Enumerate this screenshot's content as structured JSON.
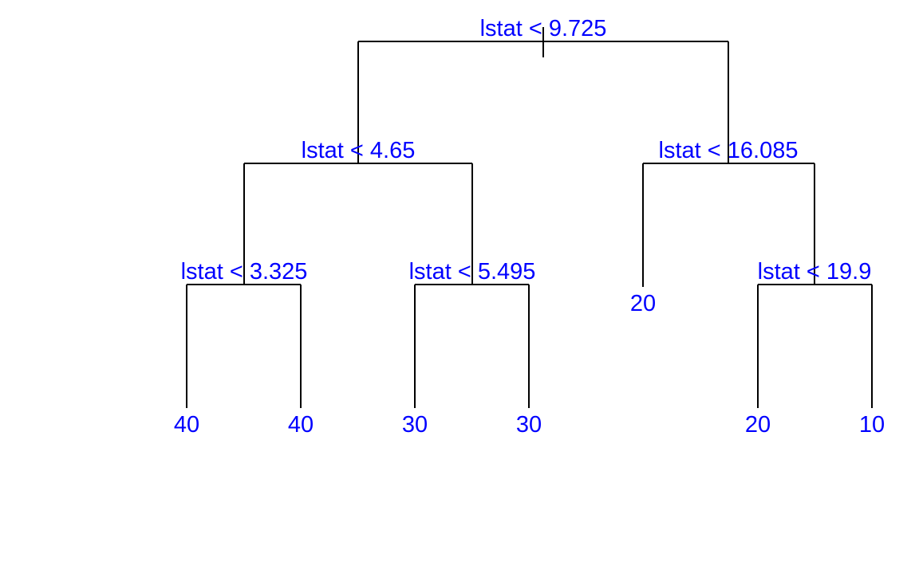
{
  "colors": {
    "label": "#0000ff",
    "edge": "#000000",
    "background": "#ffffff"
  },
  "tree": {
    "id": "root",
    "label": "lstat < 9.725",
    "children": [
      {
        "id": "n-l",
        "label": "lstat < 4.65",
        "children": [
          {
            "id": "n-ll",
            "label": "lstat < 3.325",
            "children": [
              {
                "id": "leaf-lll",
                "label": "40"
              },
              {
                "id": "leaf-llr",
                "label": "40"
              }
            ]
          },
          {
            "id": "n-lr",
            "label": "lstat < 5.495",
            "children": [
              {
                "id": "leaf-lrl",
                "label": "30"
              },
              {
                "id": "leaf-lrr",
                "label": "30"
              }
            ]
          }
        ]
      },
      {
        "id": "n-r",
        "label": "lstat < 16.085",
        "children": [
          {
            "id": "leaf-rl",
            "label": "20"
          },
          {
            "id": "n-rr",
            "label": "lstat < 19.9",
            "children": [
              {
                "id": "leaf-rrl",
                "label": "20"
              },
              {
                "id": "leaf-rrr",
                "label": "10"
              }
            ]
          }
        ]
      }
    ]
  }
}
